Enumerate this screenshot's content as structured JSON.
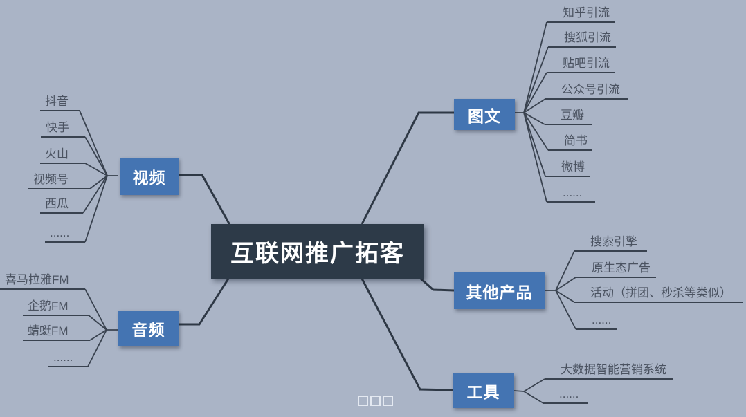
{
  "center": {
    "label": "互联网推广拓客"
  },
  "branches": [
    {
      "id": "video",
      "label": "视频",
      "side": "left",
      "children": [
        "抖音",
        "快手",
        "火山",
        "视频号",
        "西瓜",
        "......"
      ]
    },
    {
      "id": "audio",
      "label": "音频",
      "side": "left",
      "children": [
        "喜马拉雅FM",
        "企鹅FM",
        "蜻蜓FM",
        "......"
      ]
    },
    {
      "id": "graphic-text",
      "label": "图文",
      "side": "right",
      "children": [
        "知乎引流",
        "搜狐引流",
        "贴吧引流",
        "公众号引流",
        "豆瓣",
        "简书",
        "微博",
        "......"
      ]
    },
    {
      "id": "other-products",
      "label": "其他产品",
      "side": "right",
      "children": [
        "搜索引擎",
        "原生态广告",
        "活动（拼团、秒杀等类似）",
        "......"
      ]
    },
    {
      "id": "tools",
      "label": "工具",
      "side": "right",
      "children": [
        "大数据智能营销系统",
        "......"
      ]
    }
  ],
  "watermark": {
    "type": "squares",
    "count": 3
  },
  "colors": {
    "background": "#aab4c6",
    "center_node": "#2d3a48",
    "branch_node": "#4474b2",
    "main_line": "#2e3845",
    "leaf_line": "#39424f",
    "leaf_text": "#4b5361",
    "node_text": "#ffffff"
  }
}
